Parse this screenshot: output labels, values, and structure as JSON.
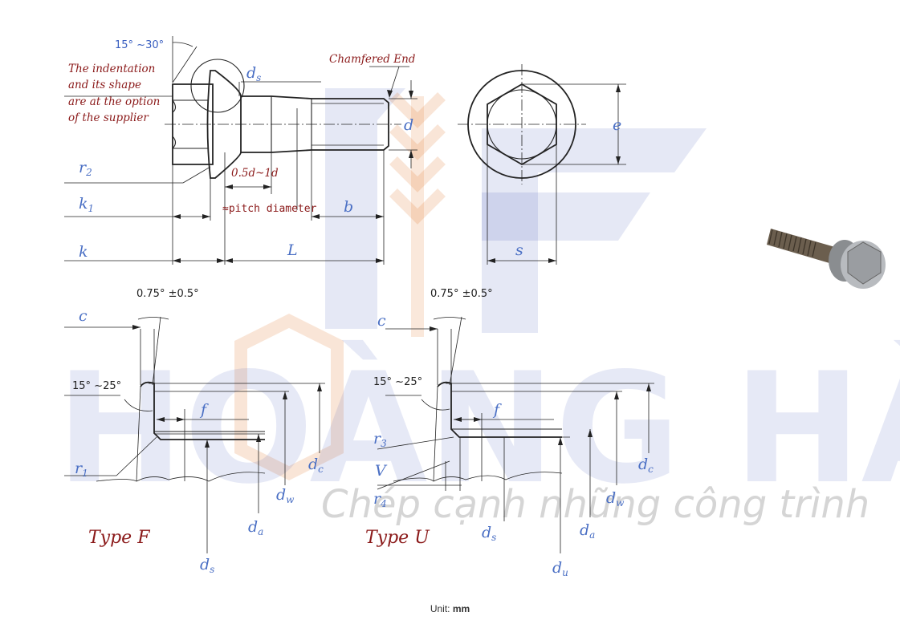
{
  "watermark": {
    "brand_big": "HOÀNG HÀ",
    "slogan": "Chép cạnh những công trình"
  },
  "top_view": {
    "head_angle": "15°  ~30°",
    "indentation_note": [
      "The indentation",
      "and its shape",
      "are at the option",
      "of the supplier"
    ],
    "chamfered_end": "Chamfered End",
    "ds": "d",
    "ds_sub": "s",
    "d": "d",
    "r2": "r",
    "r2_sub": "2",
    "k1": "k",
    "k1_sub": "1",
    "k": "k",
    "half_d": "0.5d~1d",
    "pitch": "≈pitch diameter",
    "b": "b",
    "L": "L"
  },
  "end_view": {
    "e": "e",
    "s": "s"
  },
  "type_f": {
    "title": "Type F",
    "angle_top": "0.75°  ±0.5°",
    "angle_side": "15°  ~25°",
    "c": "c",
    "f": "f",
    "r1": "r",
    "r1_sub": "1",
    "dc": "d",
    "dc_sub": "c",
    "dw": "d",
    "dw_sub": "w",
    "da": "d",
    "da_sub": "a",
    "ds": "d",
    "ds_sub": "s"
  },
  "type_u": {
    "title": "Type U",
    "angle_top": "0.75°  ±0.5°",
    "angle_side": "15°  ~25°",
    "c": "c",
    "f": "f",
    "r3": "r",
    "r3_sub": "3",
    "V": "V",
    "r4": "r",
    "r4_sub": "4",
    "dc": "d",
    "dc_sub": "c",
    "dw": "d",
    "dw_sub": "w",
    "da": "d",
    "da_sub": "a",
    "ds": "d",
    "ds_sub": "s",
    "du": "d",
    "du_sub": "u"
  },
  "footer": {
    "unit_label": "Unit:",
    "unit_value": "mm"
  }
}
